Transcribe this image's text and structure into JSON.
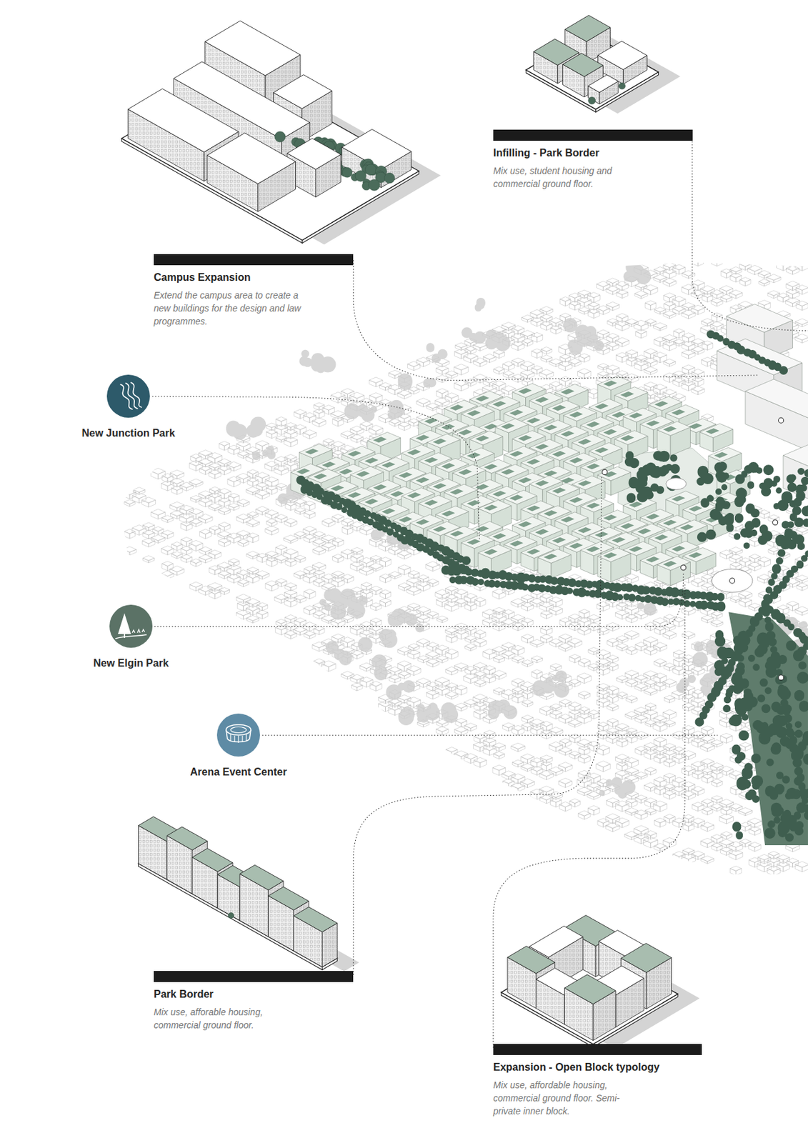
{
  "diagram": {
    "nodes": [
      {
        "text": [
          "Infilling - Park Border",
          "Mix use, student housing and commercial ground floor."
        ]
      },
      {
        "text": [
          "Campus Expansion",
          "Extend the campus area to create a new buildings for the design and law programmes."
        ]
      },
      {
        "text": [
          "New Junction Park"
        ]
      },
      {
        "text": [
          "New Elgin Park"
        ]
      },
      {
        "text": [
          "Arena Event Center"
        ]
      },
      {
        "text": [
          "Park Border",
          "Mix use, afforable housing, commercial ground floor."
        ]
      },
      {
        "text": [
          "Expansion - Open Block typology",
          "Mix use, affordable housing, commercial ground floor. Semi-private inner block."
        ]
      }
    ]
  }
}
